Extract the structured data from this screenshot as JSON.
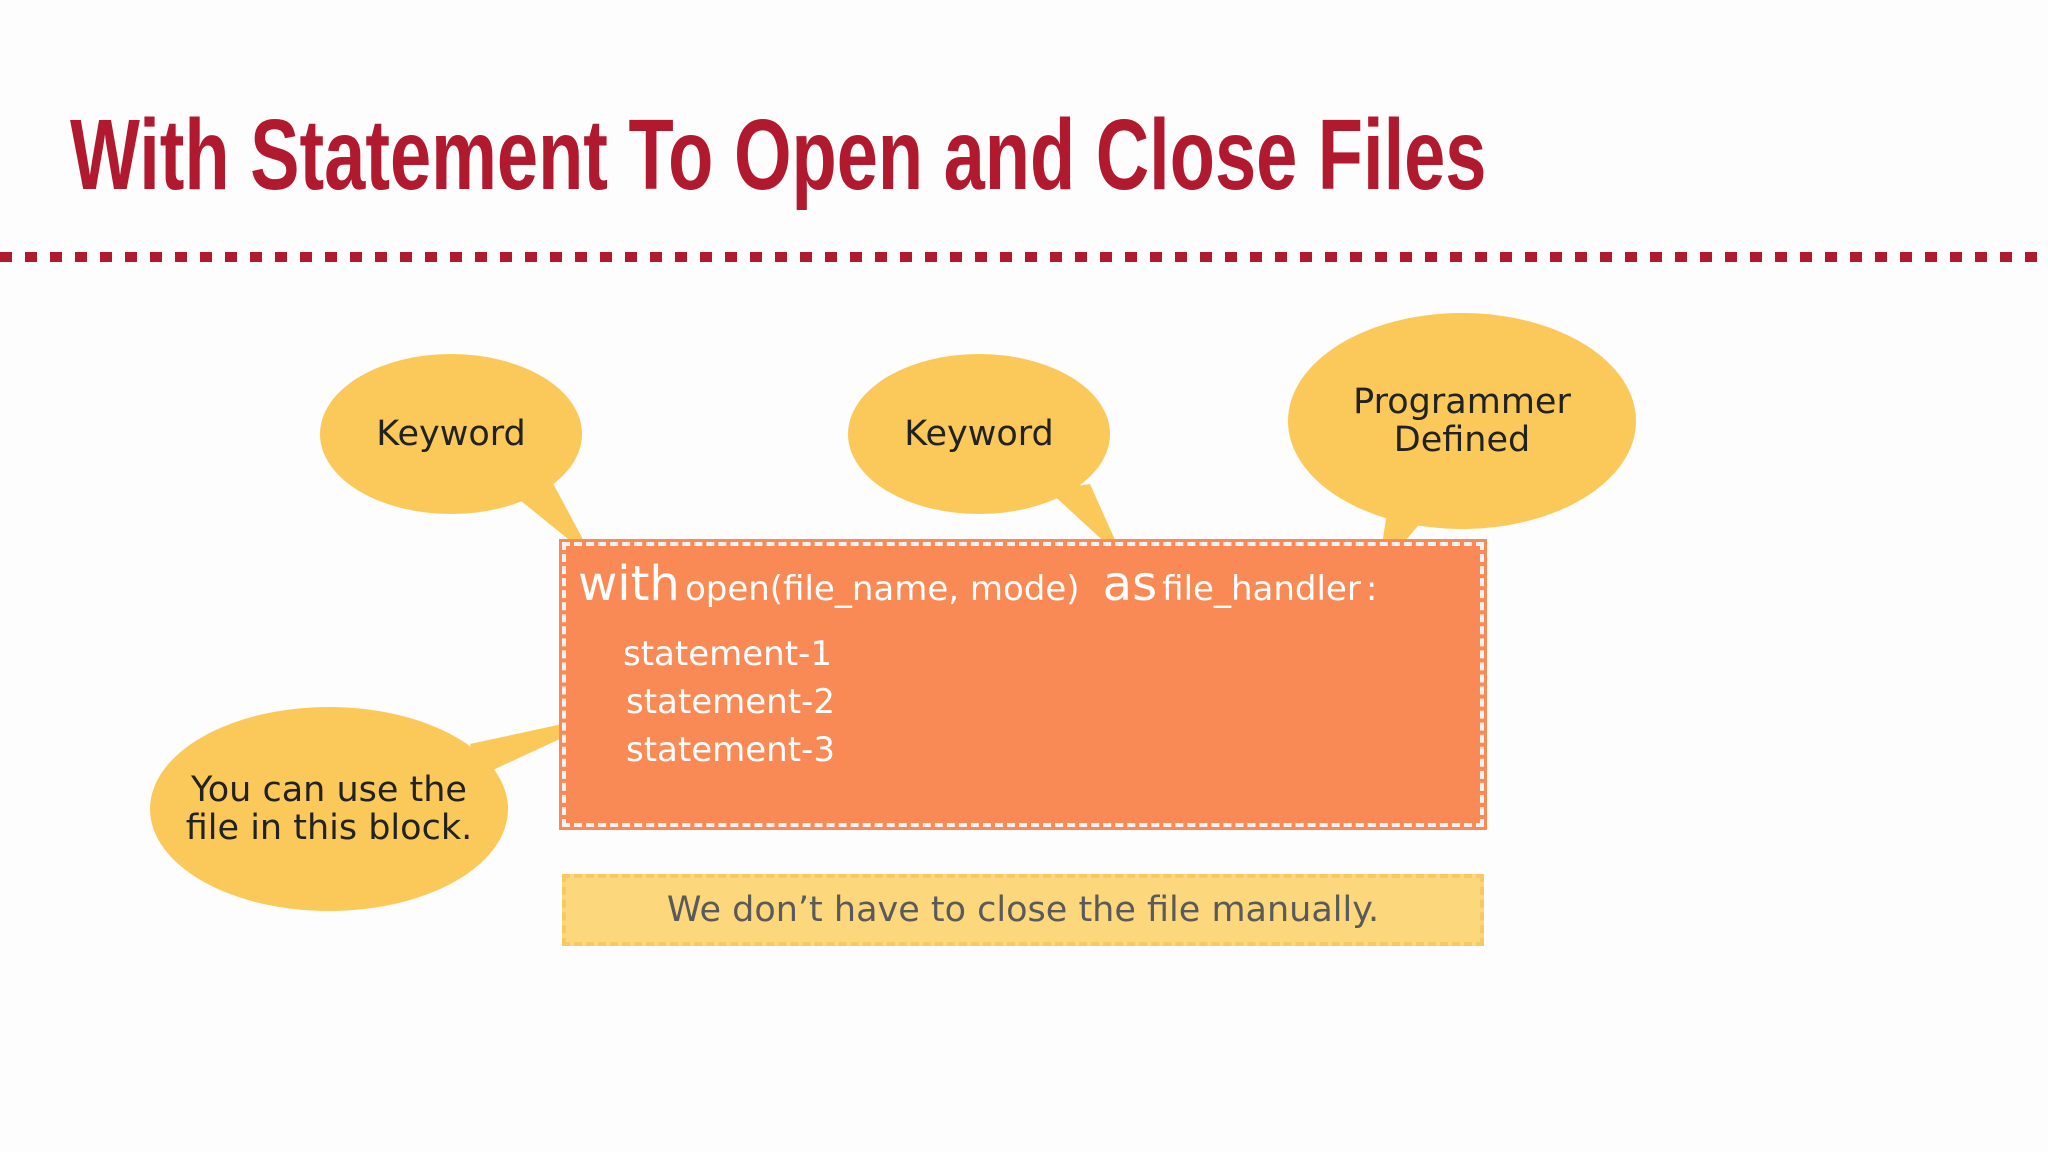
{
  "title": "With Statement To Open and Close Files",
  "code": {
    "with_keyword": "with",
    "open_call": "open(file_name, mode)",
    "as_keyword": "as",
    "handler": "file_handler",
    "colon": ":",
    "statements": [
      "statement-1",
      "statement-2",
      "statement-3"
    ]
  },
  "note": "We don’t have to close the file manually.",
  "callouts": {
    "with_keyword": "Keyword",
    "as_keyword": "Keyword",
    "handler": "Programmer\nDefined",
    "block": "You can use the\nfile in this block."
  },
  "colors": {
    "title": "#b11a2e",
    "code_block": "#fa8a55",
    "callout": "#fbc95a",
    "note_box": "#fdd77c"
  }
}
